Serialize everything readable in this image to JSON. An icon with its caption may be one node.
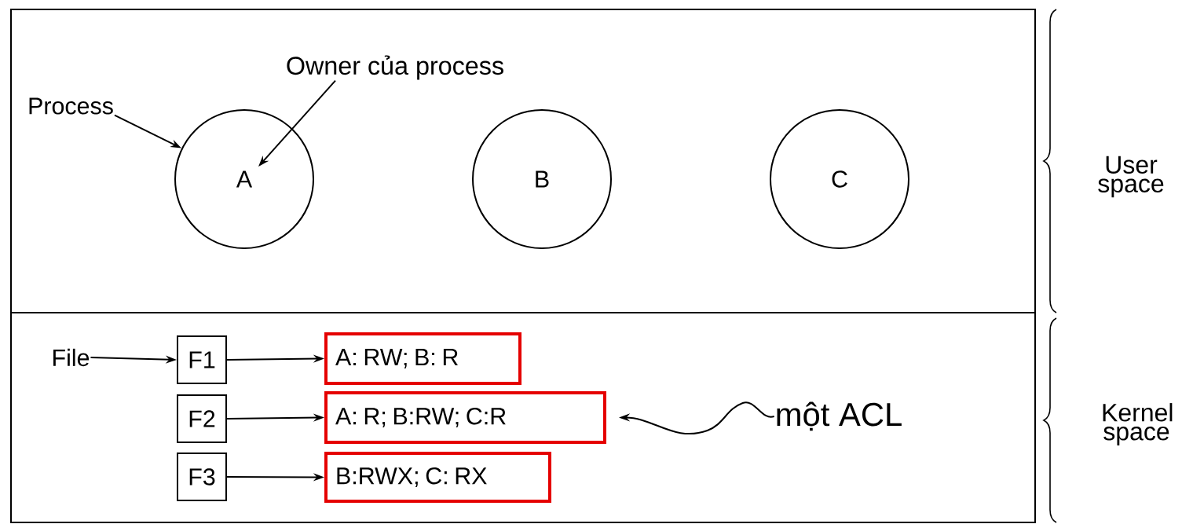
{
  "diagram": {
    "nodes": [
      {
        "text": [],
        "shape": "box",
        "beside": [
          "User space"
        ]
      },
      {
        "text": [],
        "shape": "box",
        "beside": [
          "Kernel space"
        ]
      },
      {
        "text": [
          "Process"
        ],
        "in": 0
      },
      {
        "text": [
          "Owner của process"
        ],
        "in": 0
      },
      {
        "text": [
          "A"
        ],
        "in": 0
      },
      {
        "text": [
          "B"
        ],
        "in": 0
      },
      {
        "text": [
          "C"
        ],
        "in": 0
      },
      {
        "text": [
          "File"
        ],
        "in": 1
      },
      {
        "text": [
          "F1"
        ],
        "in": 1
      },
      {
        "text": [
          "F2"
        ],
        "in": 1
      },
      {
        "text": [
          "F3"
        ],
        "in": 1
      },
      {
        "text": [
          "A: RW;  B: R"
        ],
        "in": 1
      },
      {
        "text": [
          "A: R;   B:RW;   C:R"
        ],
        "in": 1
      },
      {
        "text": [
          "B:RWX;   C: RX"
        ],
        "in": 1
      },
      {
        "text": [
          "một ACL"
        ],
        "in": 1
      }
    ],
    "edges": [
      {
        "from": 2,
        "to": 4,
        "arrow": "to"
      },
      {
        "from": 3,
        "to": 4,
        "arrow": "to"
      },
      {
        "from": 7,
        "to": 8,
        "arrow": "to"
      },
      {
        "from": 8,
        "to": 11,
        "arrow": "to"
      },
      {
        "from": 9,
        "to": 12,
        "arrow": "to"
      },
      {
        "from": 10,
        "to": 13,
        "arrow": "to"
      },
      {
        "from": 14,
        "to": 12,
        "arrow": "to"
      }
    ]
  }
}
